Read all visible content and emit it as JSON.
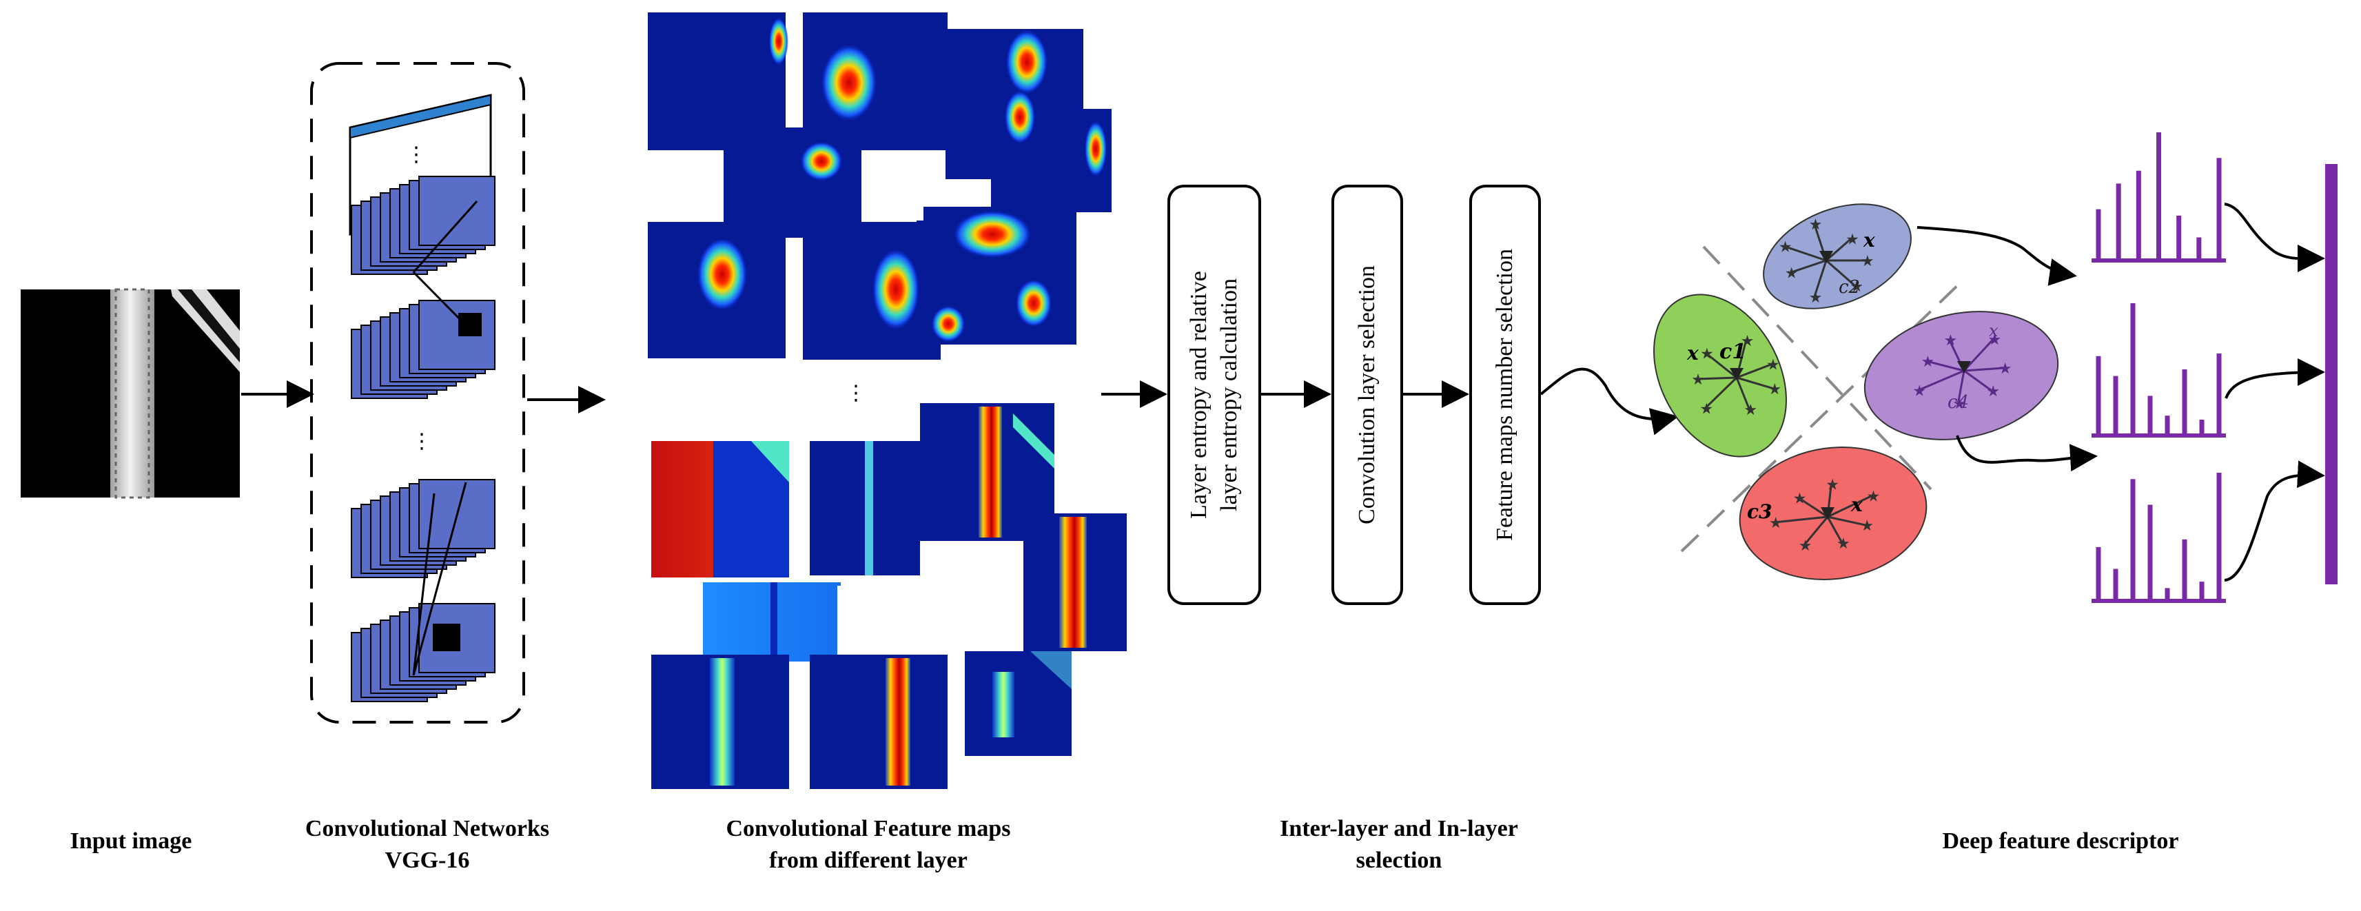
{
  "captions": {
    "input": "Input image",
    "network_line1": "Convolutional Networks",
    "network_line2": "VGG-16",
    "feature_maps_line1": "Convolutional Feature maps",
    "feature_maps_line2": "from different layer",
    "selection_line1": "Inter-layer and In-layer",
    "selection_line2": "selection",
    "descriptor": "Deep feature descriptor"
  },
  "steps": {
    "entropy_line1": "Layer entropy and relative",
    "entropy_line2": "layer entropy calculation",
    "conv_layer": "Convolution layer selection",
    "maps_number": "Feature maps number selection"
  },
  "clusters": {
    "c1": "c1",
    "c2": "c2",
    "c3": "c3",
    "c4": "c4",
    "x": "x"
  },
  "ellipsis": "⋮",
  "histograms": [
    [
      0.4,
      0.6,
      0.7,
      1.0,
      0.35,
      0.18,
      0.8
    ],
    [
      0.6,
      0.45,
      1.0,
      0.3,
      0.15,
      0.5,
      0.12,
      0.62
    ],
    [
      0.42,
      0.25,
      0.95,
      0.75,
      0.1,
      0.48,
      0.15,
      1.0
    ]
  ],
  "colors": {
    "stack_fill": "#5a6ec8",
    "stack_bar": "#2e82d0",
    "c1": "#8fd05a",
    "c2": "#99a6d6",
    "c3": "#f26a6a",
    "c4": "#b18ad1",
    "histogram": "#7a2aa8",
    "descriptor_bar": "#7a2aa8",
    "heat_bg": "#061a96"
  }
}
